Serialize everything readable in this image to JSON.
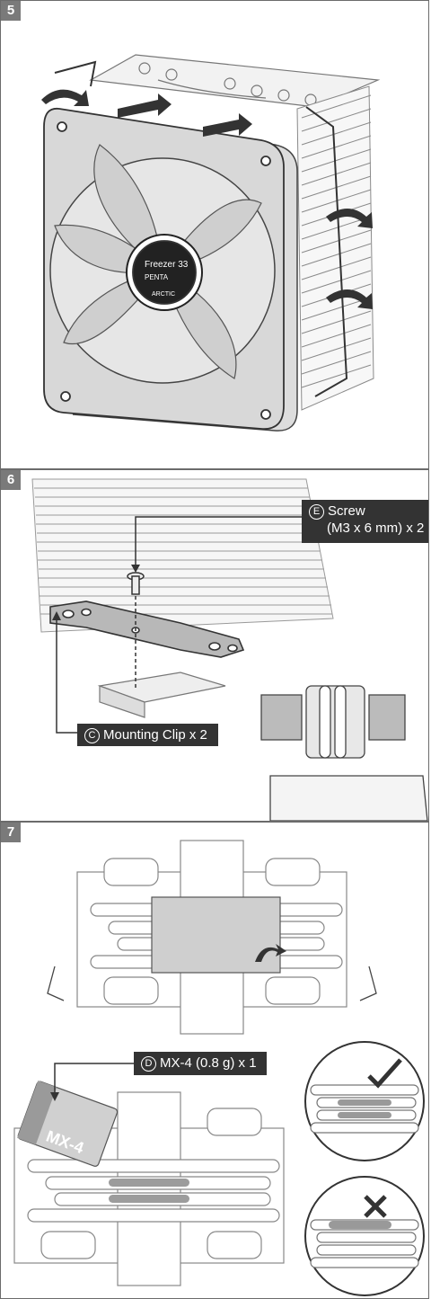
{
  "steps": {
    "s5": {
      "number": "5"
    },
    "s6": {
      "number": "6",
      "screw_letter": "E",
      "screw_line1": "Screw",
      "screw_line2": "(M3 x 6 mm) x 2",
      "clip_letter": "C",
      "clip_text": "Mounting Clip x 2"
    },
    "s7": {
      "number": "7",
      "paste_letter": "D",
      "paste_text": "MX-4 (0.8 g) x 1"
    }
  },
  "fan": {
    "model": "Freezer 33",
    "variant": "PENTA",
    "brand": "ARCTIC"
  },
  "paste_tube": {
    "label": "MX-4"
  },
  "icons": {
    "correct": "check-icon",
    "wrong": "cross-icon",
    "rotate": "rotate-arrow-icon",
    "push": "push-arrow-icon"
  },
  "colors": {
    "badge": "#7a7a7a",
    "callout": "#333333",
    "line": "#555555",
    "fill": "#cfcfcf"
  }
}
